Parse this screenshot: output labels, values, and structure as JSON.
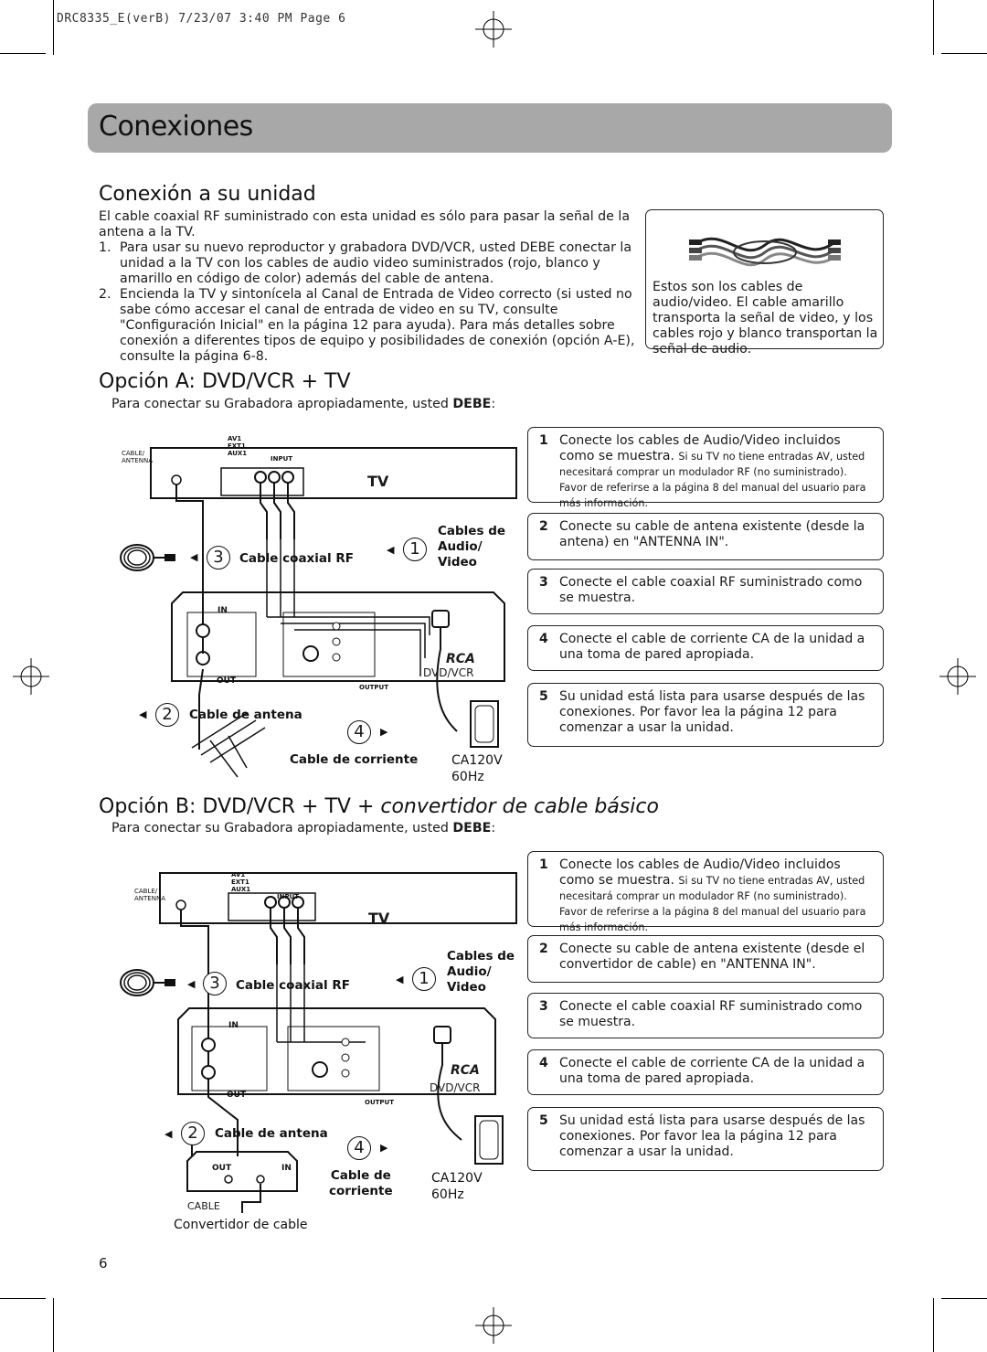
{
  "slug": "DRC8335_E(verB)  7/23/07  3:40 PM  Page 6",
  "header": {
    "title": "Conexiones"
  },
  "intro": {
    "title": "Conexión a su unidad",
    "text": "El cable coaxial RF suministrado con esta unidad es sólo para pasar la señal de la antena a la TV.",
    "steps": [
      {
        "num": "1.",
        "text": "Para usar su nuevo reproductor y grabadora DVD/VCR, usted DEBE conectar la unidad a la TV con los cables de audio video suministrados (rojo, blanco y amarillo en código de color) además del cable de antena."
      },
      {
        "num": "2.",
        "text": "Encienda la TV y sintonícela al Canal de Entrada de Video correcto (si usted no sabe cómo accesar el canal de entrada de video en su TV, consulte \"Configuración Inicial\" en la página 12 para ayuda). Para más detalles sobre conexión a diferentes tipos de equipo y posibilidades de conexión (opción A-E), consulte la página 6-8."
      }
    ],
    "cable_note": "Estos son los cables de audio/video. El cable amarillo transporta la señal de video, y los cables rojo y blanco transportan la señal de audio."
  },
  "option_a": {
    "title": "Opción A: DVD/VCR + TV",
    "instruction_prefix": "Para conectar su Grabadora apropiadamente, usted ",
    "instruction_bold": "DEBE",
    "instruction_suffix": ":",
    "diagram": {
      "tv_label": "TV",
      "av_label_1": "AV1",
      "av_label_2": "EXT1",
      "av_label_3": "AUX1",
      "input_label": "INPUT",
      "cable_antenna_1": "CABLE/",
      "cable_antenna_2": "ANTENNA",
      "step1_num": "1",
      "step1_label_1": "Cables de",
      "step1_label_2": "Audio/",
      "step1_label_3": "Video",
      "step3_num": "3",
      "step3_label": "Cable coaxial RF",
      "step2_num": "2",
      "step2_label": "Cable de antena",
      "step4_num": "4",
      "power_label": "Cable de corriente",
      "voltage": "CA120V",
      "frequency": "60Hz",
      "in_label": "IN",
      "out_label": "OUT",
      "output_label": "OUTPUT",
      "brand": "RCA",
      "model": "DVD/VCR"
    },
    "steps": [
      {
        "num": "1",
        "text": "Conecte los cables de Audio/Video incluidos como se muestra.",
        "note": "Si su TV no tiene entradas AV, usted necesitará comprar un modulador RF (no suministrado). Favor de referirse a la página 8 del manual del usuario para más información."
      },
      {
        "num": "2",
        "text": "Conecte su cable de antena existente (desde la antena) en \"ANTENNA IN\".",
        "note": ""
      },
      {
        "num": "3",
        "text": "Conecte el cable coaxial RF suministrado como se muestra.",
        "note": ""
      },
      {
        "num": "4",
        "text": "Conecte el cable de corriente CA de la unidad a una toma de pared apropiada.",
        "note": ""
      },
      {
        "num": "5",
        "text": "Su unidad está lista para usarse después de las conexiones. Por favor lea la página 12 para comenzar a usar la unidad.",
        "note": ""
      }
    ]
  },
  "option_b": {
    "title_plain": "Opción B: DVD/VCR + TV + ",
    "title_italic": "convertidor de cable básico",
    "instruction_prefix": "Para conectar su Grabadora apropiadamente, usted ",
    "instruction_bold": "DEBE",
    "instruction_suffix": ":",
    "diagram": {
      "tv_label": "TV",
      "av_label_1": "AV1",
      "av_label_2": "EXT1",
      "av_label_3": "AUX1",
      "input_label": "INPUT",
      "cable_antenna_1": "CABLE/",
      "cable_antenna_2": "ANTENNA",
      "step1_num": "1",
      "step1_label_1": "Cables de",
      "step1_label_2": "Audio/",
      "step1_label_3": "Video",
      "step3_num": "3",
      "step3_label": "Cable coaxial RF",
      "step2_num": "2",
      "step2_label": "Cable de antena",
      "step4_num": "4",
      "power_label_1": "Cable de",
      "power_label_2": "corriente",
      "voltage": "CA120V",
      "frequency": "60Hz",
      "in_label": "IN",
      "out_label": "OUT",
      "output_label": "OUTPUT",
      "brand": "RCA",
      "model": "DVD/VCR",
      "conv_out": "OUT",
      "conv_in": "IN",
      "conv_cable": "CABLE",
      "conv_caption": "Convertidor de cable"
    },
    "steps": [
      {
        "num": "1",
        "text": "Conecte los cables de Audio/Video incluidos como se muestra.",
        "note": "Si su TV no tiene entradas AV, usted necesitará comprar un modulador RF (no suministrado). Favor de referirse a la página 8 del manual del usuario para más información."
      },
      {
        "num": "2",
        "text": "Conecte su cable de antena existente (desde el convertidor de cable) en \"ANTENNA IN\".",
        "note": ""
      },
      {
        "num": "3",
        "text": "Conecte el cable coaxial RF suministrado como se muestra.",
        "note": ""
      },
      {
        "num": "4",
        "text": "Conecte el cable de corriente CA de la unidad a una toma de pared apropiada.",
        "note": ""
      },
      {
        "num": "5",
        "text": "Su unidad está lista para usarse después de las conexiones. Por favor lea la página 12 para comenzar a usar la unidad.",
        "note": ""
      }
    ]
  },
  "page_number": "6"
}
